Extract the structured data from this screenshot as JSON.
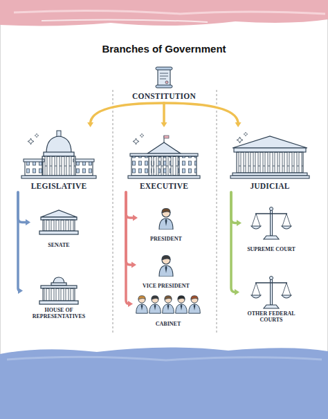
{
  "diagram": {
    "title": "Branches of Government",
    "nodes": [
      {
        "text": [
          "CONSTITUTION"
        ]
      },
      {
        "text": [
          "LEGISLATIVE"
        ]
      },
      {
        "text": [
          "EXECUTIVE"
        ]
      },
      {
        "text": [
          "JUDICIAL"
        ]
      },
      {
        "text": [
          "SENATE"
        ]
      },
      {
        "text": [
          "HOUSE OF REPRESENTATIVES"
        ]
      },
      {
        "text": [
          "PRESIDENT"
        ]
      },
      {
        "text": [
          "VICE PRESIDENT"
        ]
      },
      {
        "text": [
          "CABINET"
        ]
      },
      {
        "text": [
          "SUPREME COURT"
        ]
      },
      {
        "text": [
          "OTHER FEDERAL COURTS"
        ]
      }
    ],
    "edges": [
      {
        "from": 0,
        "to": 1,
        "arrow": "to"
      },
      {
        "from": 0,
        "to": 2,
        "arrow": "to"
      },
      {
        "from": 0,
        "to": 3,
        "arrow": "to"
      },
      {
        "from": 1,
        "to": 4,
        "arrow": "to"
      },
      {
        "from": 1,
        "to": 5,
        "arrow": "to"
      },
      {
        "from": 2,
        "to": 6,
        "arrow": "to"
      },
      {
        "from": 2,
        "to": 7,
        "arrow": "to"
      },
      {
        "from": 2,
        "to": 8,
        "arrow": "to"
      },
      {
        "from": 3,
        "to": 9,
        "arrow": "to"
      },
      {
        "from": 3,
        "to": 10,
        "arrow": "to"
      }
    ]
  }
}
